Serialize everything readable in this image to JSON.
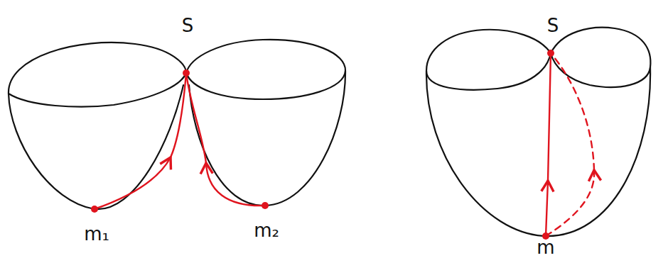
{
  "diagram": {
    "labels": [
      "S",
      "m₁",
      "m₂",
      "S",
      "m"
    ]
  }
}
